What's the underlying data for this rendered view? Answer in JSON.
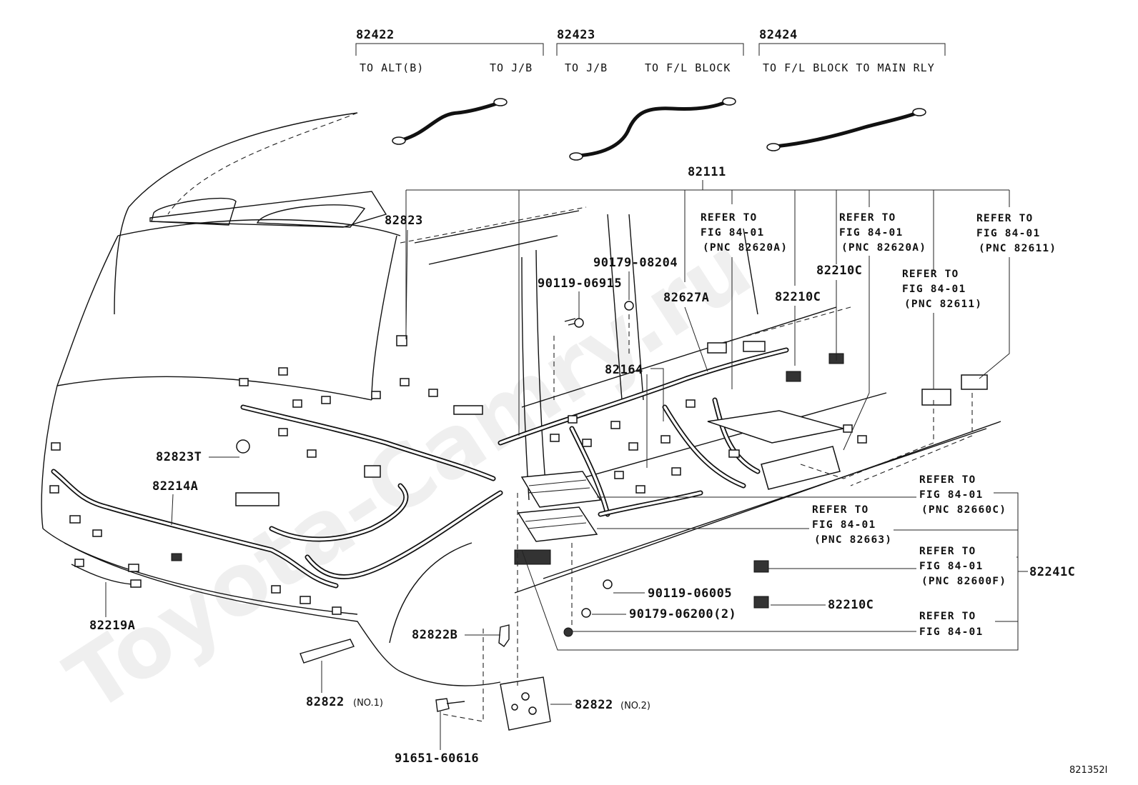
{
  "watermark": "Toyota-Camry.ru",
  "figure_code": "821352I",
  "battery_cables": [
    {
      "part": "82422",
      "left": "TO ALT(B)",
      "right": "TO J/B"
    },
    {
      "part": "82423",
      "left": "TO J/B",
      "right": "TO F/L BLOCK"
    },
    {
      "part": "82424",
      "left": "TO F/L BLOCK TO MAIN RLY",
      "right": ""
    }
  ],
  "main_harness": "82111",
  "parts": {
    "p82823": "82823",
    "p82823T": "82823T",
    "p82214A": "82214A",
    "p82219A": "82219A",
    "p82822B": "82822B",
    "p82822_1": "82822",
    "p82822_1_note": "(NO.1)",
    "p82822_2": "82822",
    "p82822_2_note": "(NO.2)",
    "p91651": "91651-60616",
    "p90119_06915": "90119-06915",
    "p90179_08204": "90179-08204",
    "p82627A": "82627A",
    "p82164": "82164",
    "p82210C_a": "82210C",
    "p82210C_b": "82210C",
    "p82210C_c": "82210C",
    "p90119_06005": "90119-06005",
    "p90179_06200": "90179-06200(2)",
    "p82241C": "82241C"
  },
  "refer_notes": {
    "r1": {
      "l1": "REFER TO",
      "l2": "FIG 84-01",
      "l3": "(PNC 82620A)"
    },
    "r2": {
      "l1": "REFER TO",
      "l2": "FIG 84-01",
      "l3": "(PNC 82620A)"
    },
    "r3": {
      "l1": "REFER TO",
      "l2": "FIG 84-01",
      "l3": "(PNC 82611)"
    },
    "r4": {
      "l1": "REFER TO",
      "l2": "FIG 84-01",
      "l3": "(PNC 82611)"
    },
    "r5": {
      "l1": "REFER TO",
      "l2": "FIG 84-01",
      "l3": "(PNC 82660C)"
    },
    "r6": {
      "l1": "REFER TO",
      "l2": "FIG 84-01",
      "l3": "(PNC 82663)"
    },
    "r7": {
      "l1": "REFER TO",
      "l2": "FIG 84-01",
      "l3": "(PNC 82600F)"
    },
    "r8": {
      "l1": "REFER TO",
      "l2": "FIG 84-01"
    }
  }
}
